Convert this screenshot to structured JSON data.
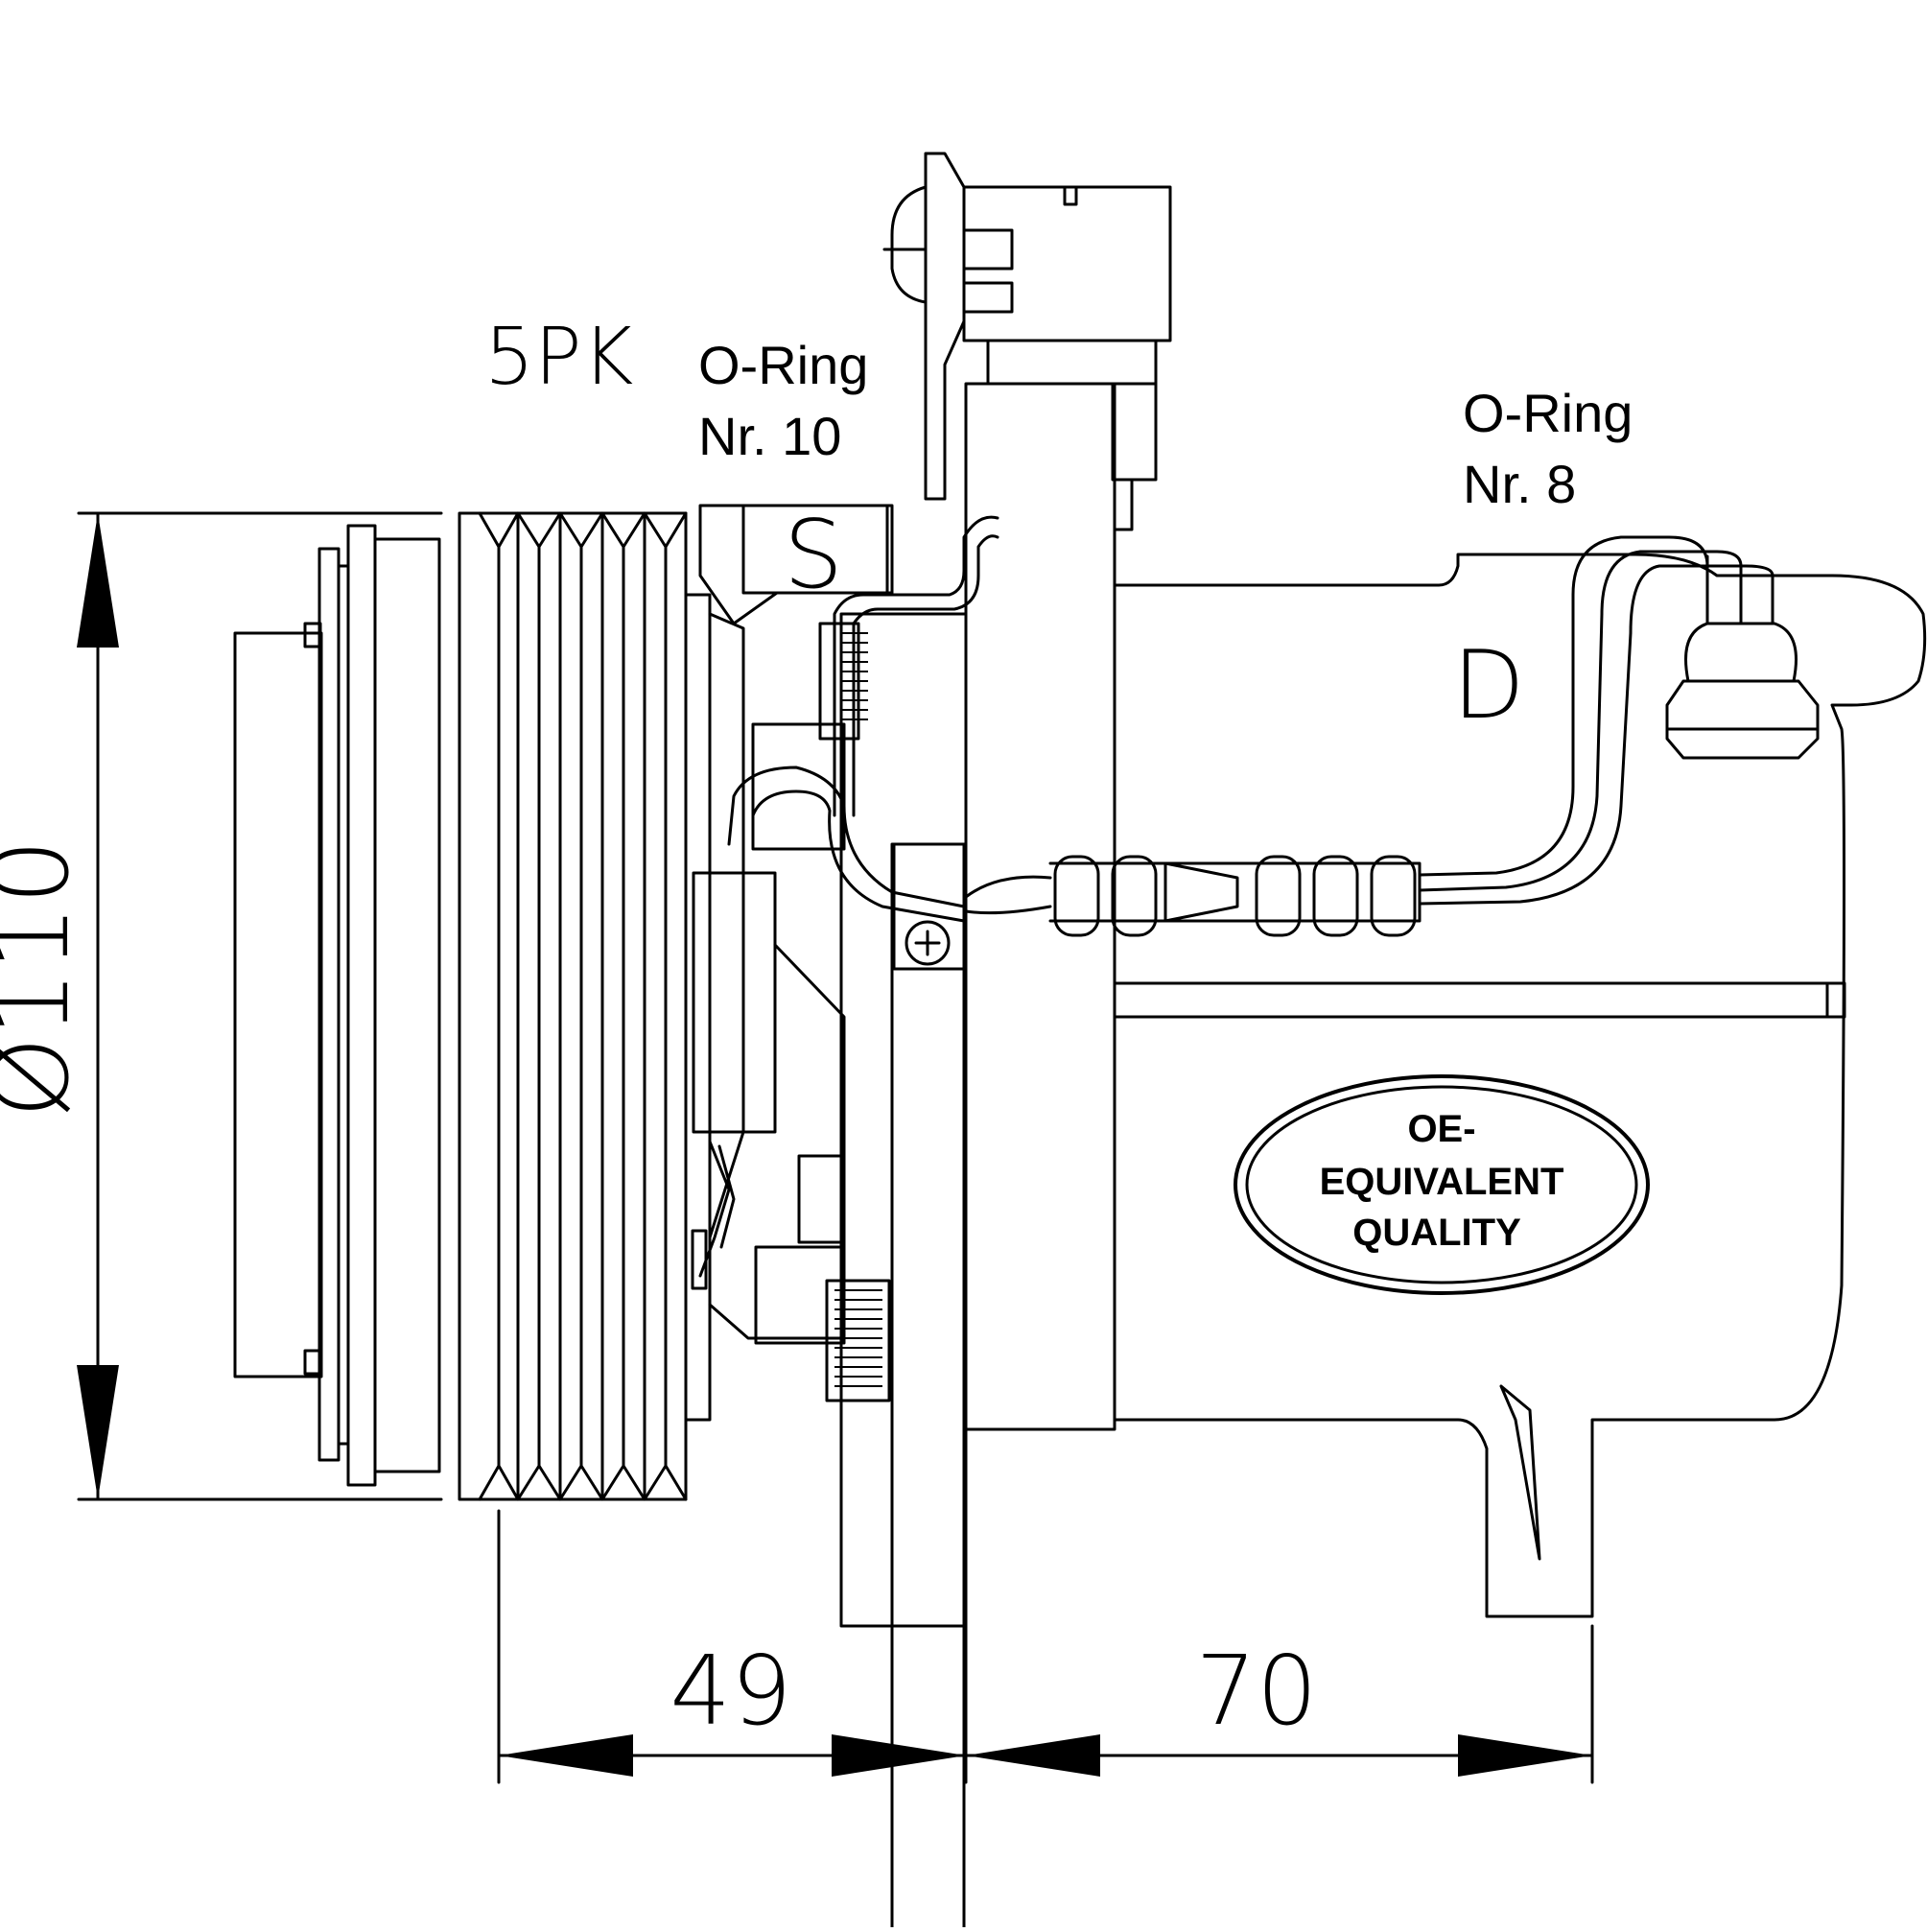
{
  "drawing": {
    "labels": {
      "pulley_type": "5PK",
      "oring_suction_line1": "O-Ring",
      "oring_suction_line2": "Nr. 10",
      "oring_discharge_line1": "O-Ring",
      "oring_discharge_line2": "Nr. 8",
      "suction_port": "S",
      "discharge_port": "D"
    },
    "dimensions": {
      "pulley_diameter": "Ø110",
      "pulley_offset": "49",
      "body_length": "70"
    },
    "badge": {
      "line1": "OE-",
      "line2": "EQUIVALENT",
      "line3": "QUALITY"
    }
  }
}
